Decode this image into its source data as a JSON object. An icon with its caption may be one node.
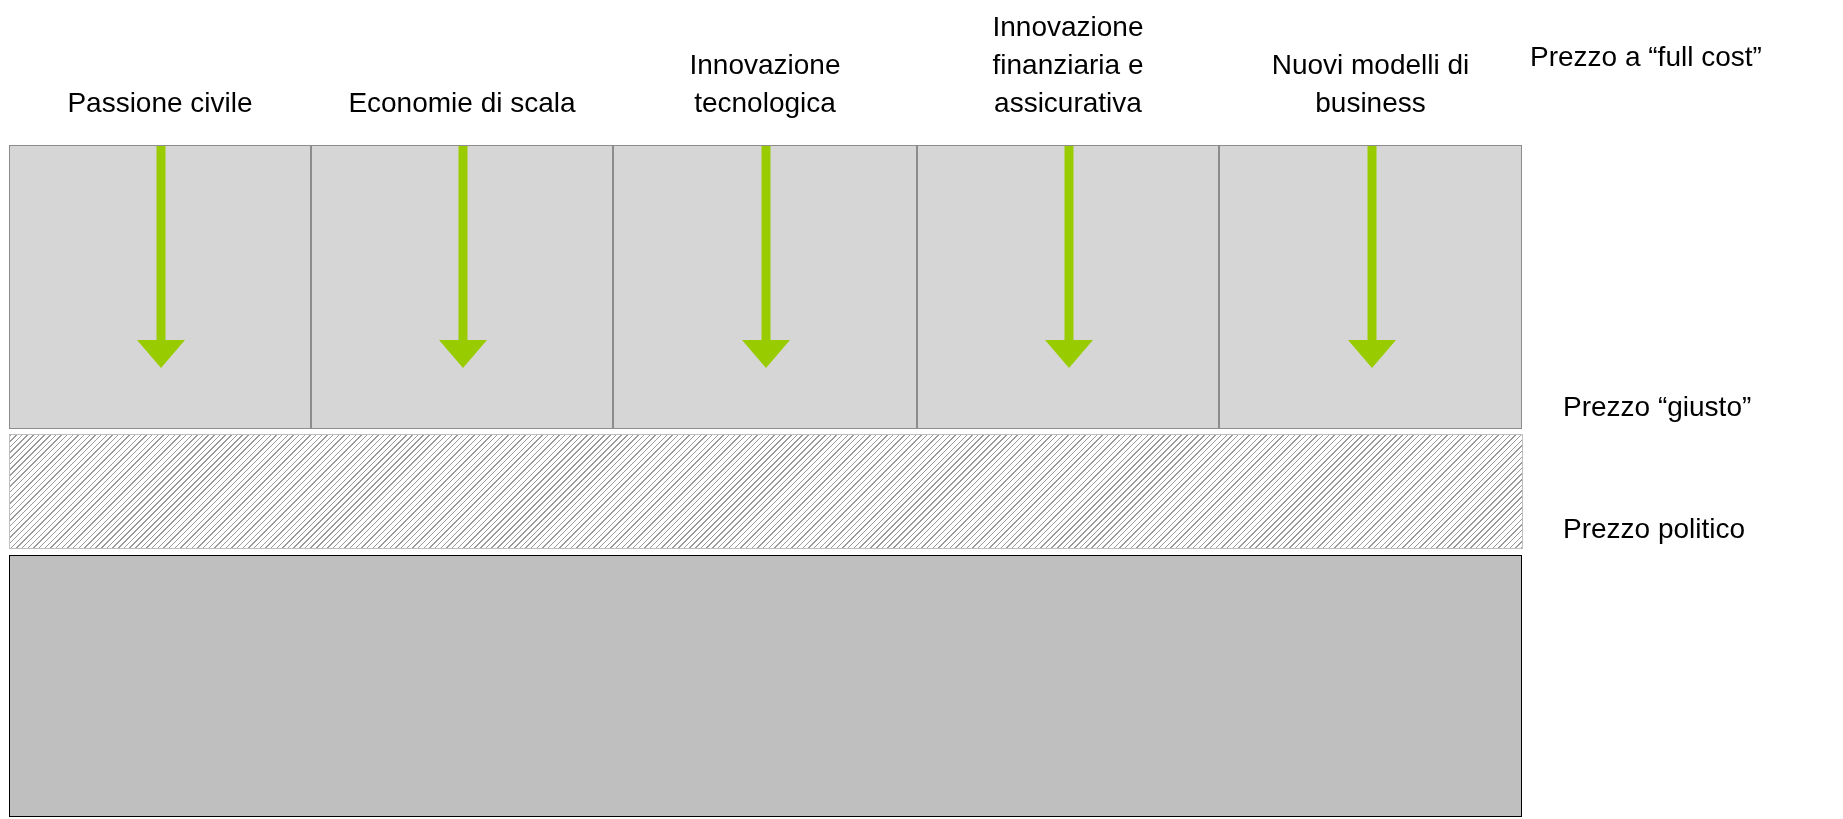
{
  "diagram": {
    "nodes": [
      {
        "text": [
          "Passione civile"
        ]
      },
      {
        "text": [
          "Economie di scala"
        ]
      },
      {
        "text": [
          "Innovazione tecnologica"
        ]
      },
      {
        "text": [
          "Innovazione finanziaria e assicurativa"
        ]
      },
      {
        "text": [
          "Nuovi modelli di business"
        ]
      },
      {
        "text": [],
        "shape": "bar"
      },
      {
        "text": [],
        "shape": "box"
      }
    ],
    "labels": [
      "Prezzo a “full cost”",
      "Prezzo “giusto”",
      "Prezzo politico"
    ]
  }
}
